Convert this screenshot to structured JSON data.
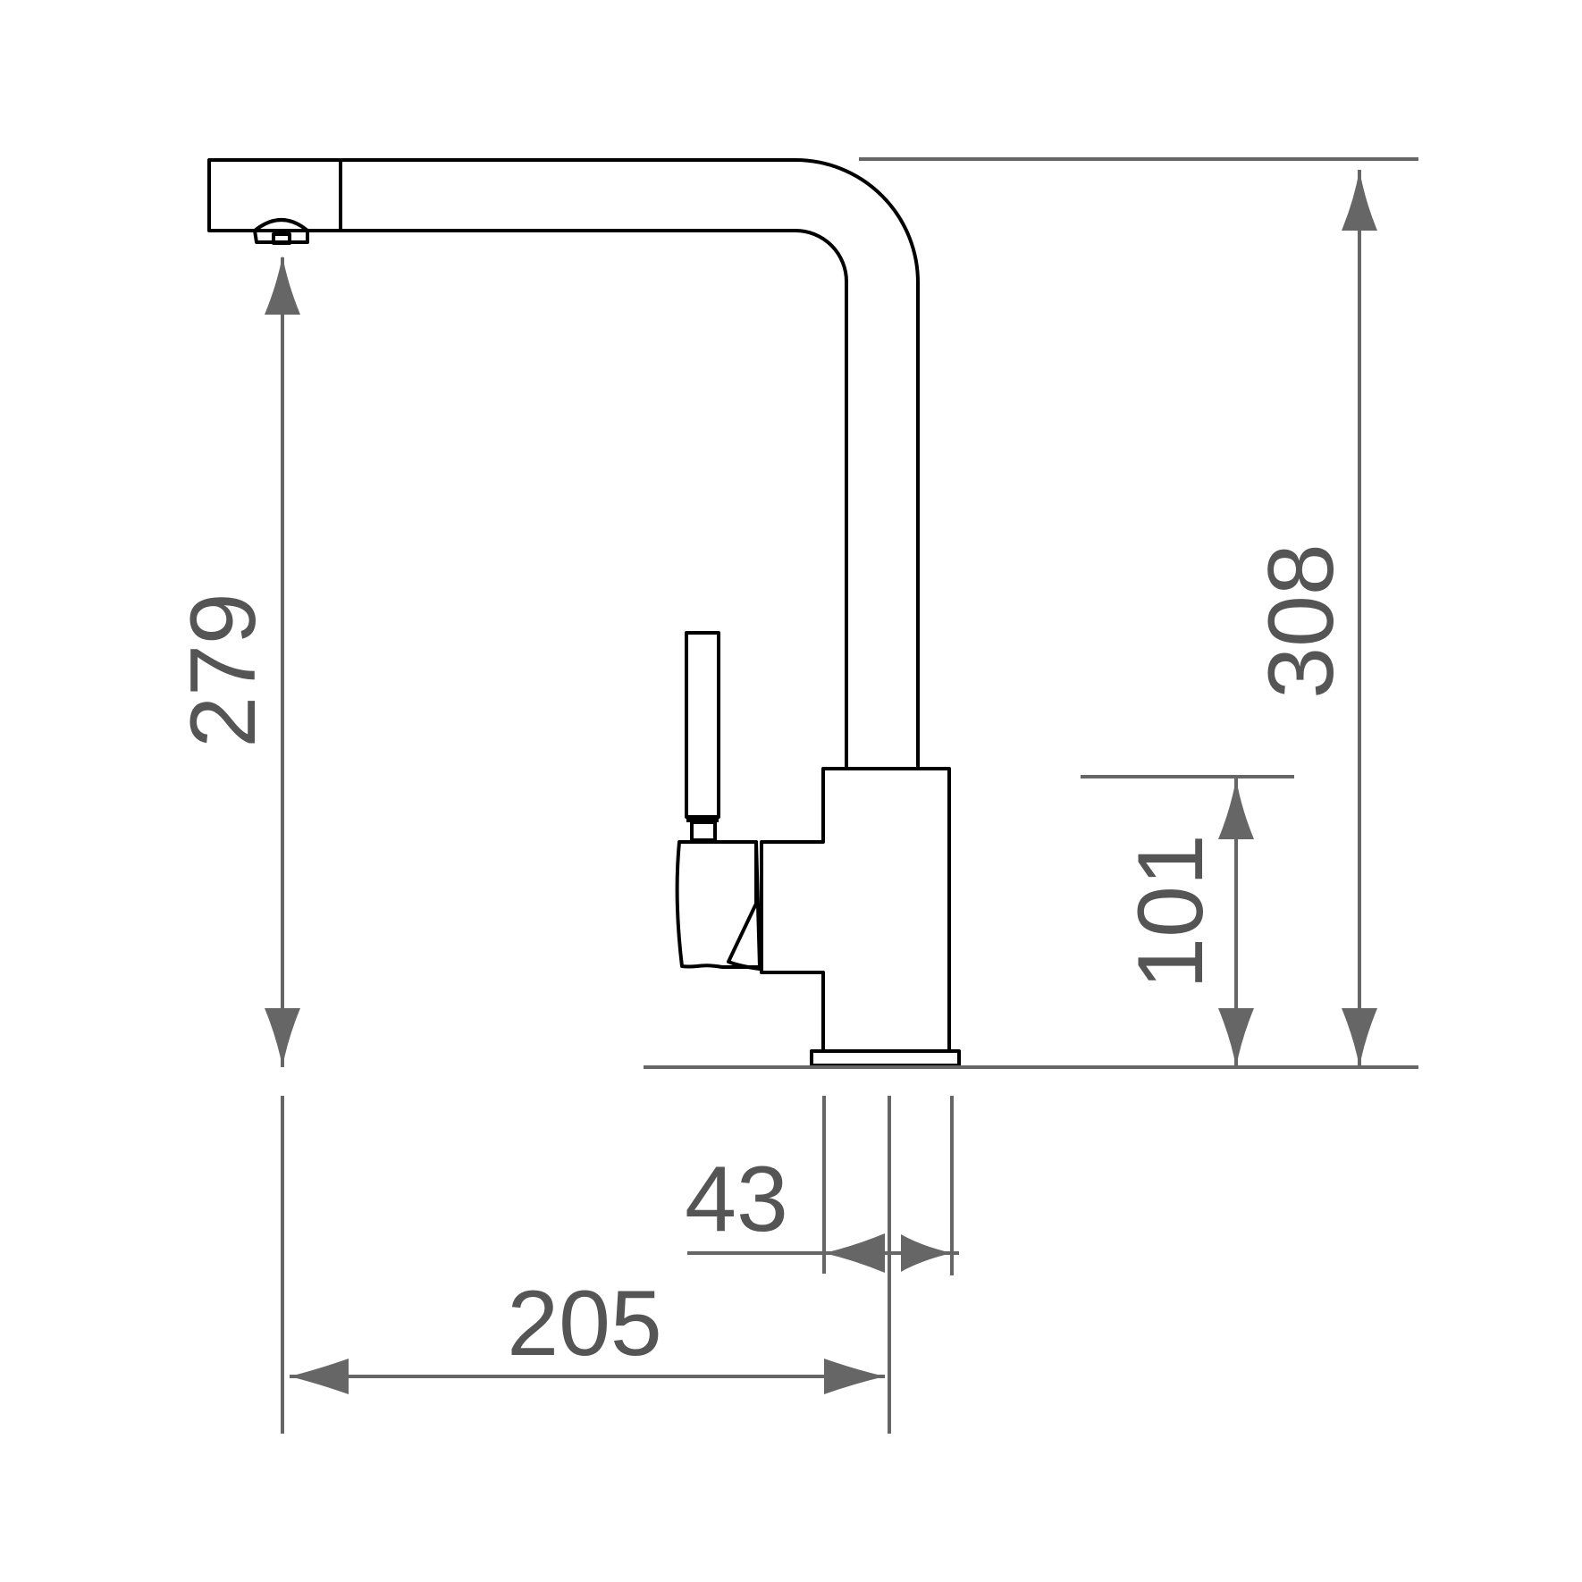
{
  "drawing": {
    "colors": {
      "outline": "#000000",
      "dimension": "#666666",
      "label": "#555555"
    }
  },
  "dimensions": {
    "spout_outlet_height": {
      "label": "279"
    },
    "overall_height": {
      "label": "308"
    },
    "base_to_lever_height": {
      "label": "101"
    },
    "body_width": {
      "label": "43"
    },
    "spout_reach": {
      "label": "205"
    }
  }
}
